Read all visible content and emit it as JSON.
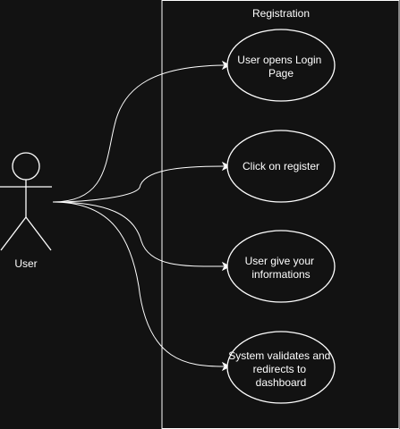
{
  "diagram": {
    "system": {
      "title": "Registration"
    },
    "actor": {
      "label": "User"
    },
    "use_cases": [
      {
        "lines": [
          "User opens Login",
          "Page"
        ]
      },
      {
        "lines": [
          "Click on register"
        ]
      },
      {
        "lines": [
          "User give your",
          "informations"
        ]
      },
      {
        "lines": [
          "System validates and",
          "redirects to",
          "dashboard"
        ]
      }
    ]
  },
  "colors": {
    "background": "#121212",
    "stroke": "#ffffff",
    "text": "#ffffff"
  }
}
